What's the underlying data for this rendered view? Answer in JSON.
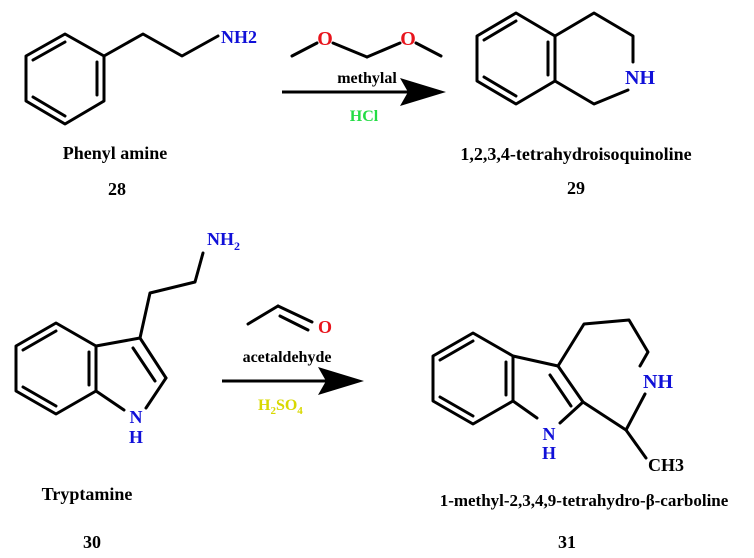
{
  "colors": {
    "nitrogen": "#1010d8",
    "oxygen": "#e8141c",
    "hcl": "#22dd44",
    "h2so4": "#d8d800",
    "ink": "#000000"
  },
  "reaction1": {
    "reactant": {
      "name": "Phenyl amine",
      "number": "28",
      "amine": "NH2"
    },
    "reagent": {
      "name": "methylal",
      "atom_o1": "O",
      "atom_o2": "O",
      "acid": "HCl"
    },
    "product": {
      "name": "1,2,3,4-tetrahydroisoquinoline",
      "number": "29",
      "amine": "NH"
    }
  },
  "reaction2": {
    "reactant": {
      "name": "Tryptamine",
      "number": "30",
      "amine_base": "NH",
      "amine_sub": "2",
      "ring_n": "N",
      "ring_h": "H"
    },
    "reagent": {
      "name": "acetaldehyde",
      "atom_o": "O",
      "acid_h": "H",
      "acid_h_sub": "2",
      "acid_s": "SO",
      "acid_o_sub": "4"
    },
    "product": {
      "name": "1-methyl-2,3,4,9-tetrahydro-β-carboline",
      "number": "31",
      "amine": "NH",
      "ring_n": "N",
      "ring_h": "H",
      "methyl": "CH3"
    }
  }
}
